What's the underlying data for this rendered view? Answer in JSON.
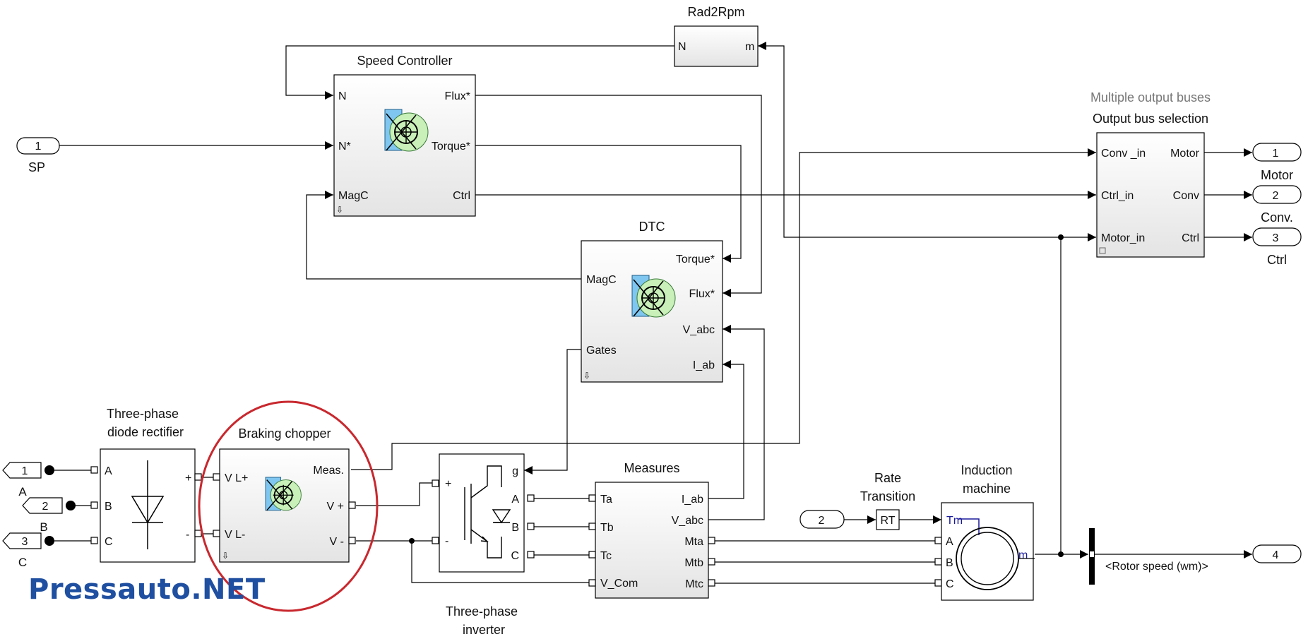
{
  "blocks": {
    "rad2rpm": {
      "title": "Rad2Rpm",
      "in": "N",
      "out": "m"
    },
    "speed_controller": {
      "title": "Speed Controller",
      "in_n": "N",
      "in_nstar": "N*",
      "in_magc": "MagC",
      "out_flux": "Flux*",
      "out_torque": "Torque*",
      "out_ctrl": "Ctrl"
    },
    "dtc": {
      "title": "DTC",
      "in_magc": "MagC",
      "out_gates": "Gates",
      "in_torque": "Torque*",
      "in_flux": "Flux*",
      "in_vabc": "V_abc",
      "in_iab": "I_ab"
    },
    "output_bus": {
      "subtitle": "Multiple output buses",
      "title": "Output bus selection",
      "in_conv": "Conv _in",
      "in_ctrl": "Ctrl_in",
      "in_motor": "Motor_in",
      "out_motor": "Motor",
      "out_conv": "Conv",
      "out_ctrl": "Ctrl"
    },
    "rectifier": {
      "title_line1": "Three-phase",
      "title_line2": "diode rectifier",
      "a": "A",
      "b": "B",
      "c": "C",
      "plus": "+",
      "minus": "-"
    },
    "chopper": {
      "title": "Braking chopper",
      "vlp": "V L+",
      "vlm": "V L-",
      "meas": "Meas.",
      "vp": "V +",
      "vm": "V -"
    },
    "inverter": {
      "title_line1": "Three-phase",
      "title_line2": "inverter",
      "plus": "+",
      "minus": "-",
      "g": "g",
      "a": "A",
      "b": "B",
      "c": "C"
    },
    "measures": {
      "title": "Measures",
      "ta": "Ta",
      "tb": "Tb",
      "tc": "Tc",
      "vcom": "V_Com",
      "iab": "I_ab",
      "vabc": "V_abc",
      "mta": "Mta",
      "mtb": "Mtb",
      "mtc": "Mtc"
    },
    "rate_transition": {
      "title_line1": "Rate",
      "title_line2": "Transition",
      "label": "RT"
    },
    "induction_machine": {
      "title_line1": "Induction",
      "title_line2": "machine",
      "tm": "Tm",
      "a": "A",
      "b": "B",
      "c": "C",
      "m": "m"
    },
    "bus_selector": {
      "label": "<Rotor speed (wm)>"
    }
  },
  "ports": {
    "sp": {
      "number": "1",
      "label": "SP"
    },
    "in_a": {
      "number": "1",
      "label": "A"
    },
    "in_b": {
      "number": "2",
      "label": "B"
    },
    "in_c": {
      "number": "3",
      "label": "C"
    },
    "in_tm": {
      "number": "2"
    },
    "out_motor": {
      "number": "1",
      "label": "Motor"
    },
    "out_conv": {
      "number": "2",
      "label": "Conv."
    },
    "out_ctrl": {
      "number": "3",
      "label": "Ctrl"
    },
    "out_speed": {
      "number": "4"
    }
  },
  "watermark": "Pressauto.NET",
  "colors": {
    "annotation_circle": "#c8282e",
    "watermark": "#1f4fa0",
    "machine_label": "#1a1a9c"
  }
}
